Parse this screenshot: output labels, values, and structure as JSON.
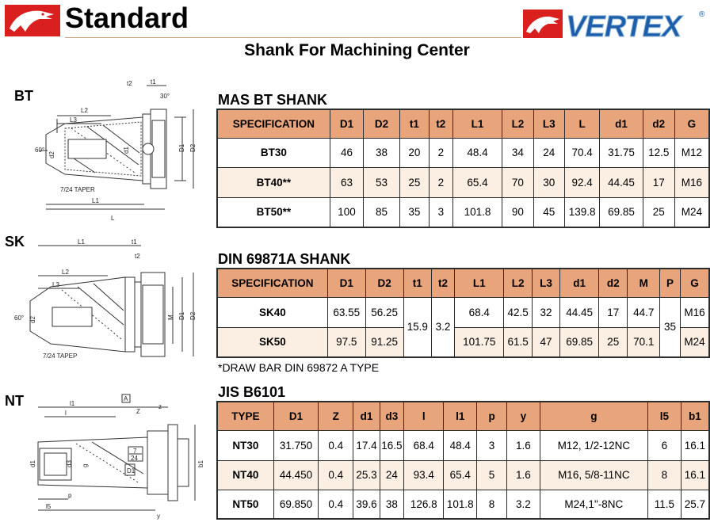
{
  "header": {
    "title": "Standard",
    "subtitle": "Shank For Machining Center",
    "brand": "VERTEX",
    "registered_mark": "®",
    "brand_color": "#d9201f",
    "header_fill_color": "#e8a47a"
  },
  "sections": {
    "bt_label": "BT",
    "sk_label": "SK",
    "nt_label": "NT"
  },
  "bt_drawing": {
    "labels": {
      "t2": "t2",
      "t1": "t1",
      "angle30": "30°",
      "l2": "L2",
      "l3": "L3",
      "angle60": "60°",
      "d2": "d2",
      "d1": "d1",
      "D1": "D1",
      "D2": "D2",
      "taper": "7/24 TAPER",
      "l1": "L1",
      "l": "L"
    }
  },
  "sk_drawing": {
    "labels": {
      "t1": "t1",
      "t2": "t2",
      "l1": "L1",
      "l2": "L2",
      "l3": "L3",
      "angle60": "60°",
      "d2": "d2",
      "M": "M",
      "D1": "D1",
      "D2": "D2",
      "taper": "7/24 TAPEP"
    }
  },
  "nt_drawing": {
    "labels": {
      "l1": "l1",
      "l": "l",
      "A": "A",
      "Z": "Z",
      "z": "z",
      "frac_top": "7",
      "frac_bot": "24",
      "D1": "D1",
      "d1": "d1",
      "d3": "d3",
      "g": "g",
      "b1": "b1",
      "l5": "l5",
      "p": "p",
      "y": "y"
    }
  },
  "bt_table": {
    "title": "MAS BT SHANK",
    "headers": [
      "SPECIFICATION",
      "D1",
      "D2",
      "t1",
      "t2",
      "L1",
      "L2",
      "L3",
      "L",
      "d1",
      "d2",
      "G"
    ],
    "rows": [
      [
        "BT30",
        "46",
        "38",
        "20",
        "2",
        "48.4",
        "34",
        "24",
        "70.4",
        "31.75",
        "12.5",
        "M12"
      ],
      [
        "BT40**",
        "63",
        "53",
        "25",
        "2",
        "65.4",
        "70",
        "30",
        "92.4",
        "44.45",
        "17",
        "M16"
      ],
      [
        "BT50**",
        "100",
        "85",
        "35",
        "3",
        "101.8",
        "90",
        "45",
        "139.8",
        "69.85",
        "25",
        "M24"
      ]
    ]
  },
  "sk_table": {
    "title": "DIN 69871A SHANK",
    "headers": [
      "SPECIFICATION",
      "D1",
      "D2",
      "t1",
      "t2",
      "L1",
      "L2",
      "L3",
      "d1",
      "d2",
      "M",
      "P",
      "G"
    ],
    "rows": [
      {
        "spec": "SK40",
        "D1": "63.55",
        "D2": "56.25",
        "L1": "68.4",
        "L2": "42.5",
        "L3": "32",
        "d1": "44.45",
        "d2": "17",
        "M": "44.7",
        "G": "M16"
      },
      {
        "spec": "SK50",
        "D1": "97.5",
        "D2": "91.25",
        "L1": "101.75",
        "L2": "61.5",
        "L3": "47",
        "d1": "69.85",
        "d2": "25",
        "M": "70.1",
        "G": "M24"
      }
    ],
    "shared": {
      "t1": "15.9",
      "t2": "3.2",
      "P": "35"
    },
    "note": "*DRAW BAR DIN 69872 A TYPE"
  },
  "nt_table": {
    "title": "JIS B6101",
    "headers": [
      "TYPE",
      "D1",
      "Z",
      "d1",
      "d3",
      "l",
      "l1",
      "p",
      "y",
      "g",
      "l5",
      "b1"
    ],
    "rows": [
      [
        "NT30",
        "31.750",
        "0.4",
        "17.4",
        "16.5",
        "68.4",
        "48.4",
        "3",
        "1.6",
        "M12, 1/2-12NC",
        "6",
        "16.1"
      ],
      [
        "NT40",
        "44.450",
        "0.4",
        "25.3",
        "24",
        "93.4",
        "65.4",
        "5",
        "1.6",
        "M16, 5/8-11NC",
        "8",
        "16.1"
      ],
      [
        "NT50",
        "69.850",
        "0.4",
        "39.6",
        "38",
        "126.8",
        "101.8",
        "8",
        "3.2",
        "M24,1\"-8NC",
        "11.5",
        "25.7"
      ]
    ]
  }
}
